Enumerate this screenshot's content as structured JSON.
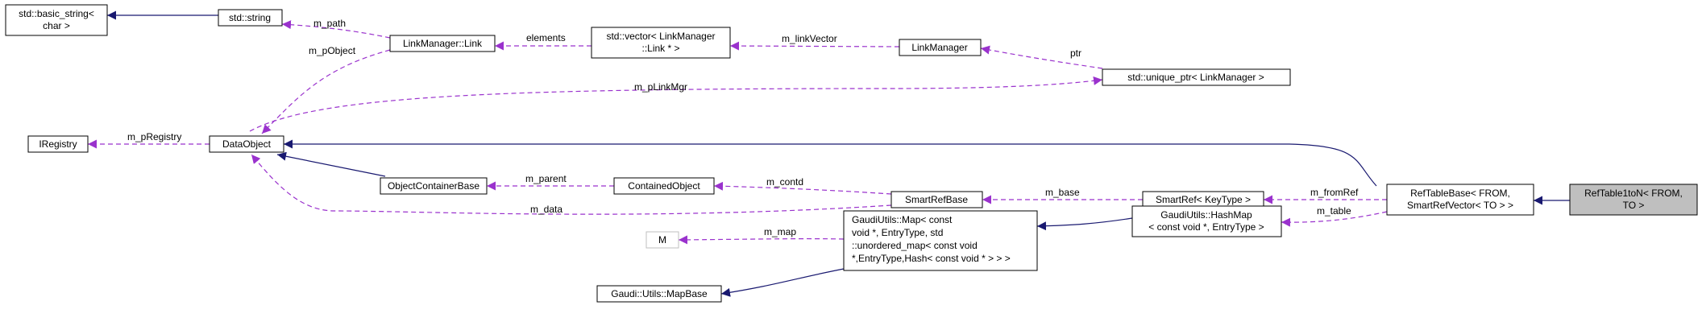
{
  "nodes": {
    "basic_string": [
      "std::basic_string<",
      "char >"
    ],
    "std_string": [
      "std::string"
    ],
    "link": [
      "LinkManager::Link"
    ],
    "vector_link": [
      "std::vector< LinkManager",
      "::Link * >"
    ],
    "link_manager": [
      "LinkManager"
    ],
    "unique_ptr": [
      "std::unique_ptr< LinkManager >"
    ],
    "iregistry": [
      "IRegistry"
    ],
    "data_object": [
      "DataObject"
    ],
    "object_container_base": [
      "ObjectContainerBase"
    ],
    "contained_object": [
      "ContainedObject"
    ],
    "smart_ref_base": [
      "SmartRefBase"
    ],
    "smart_ref": [
      "SmartRef< KeyType >"
    ],
    "ref_table_base": [
      "RefTableBase< FROM,",
      "SmartRefVector< TO > >"
    ],
    "ref_table_1toN": [
      "RefTable1toN< FROM,",
      "TO >"
    ],
    "hash_map": [
      "GaudiUtils::HashMap",
      "< const void *, EntryType >"
    ],
    "map": [
      "GaudiUtils::Map< const",
      "void *, EntryType, std",
      "::unordered_map< const void",
      "*,EntryType,Hash< const void * > > >"
    ],
    "m": [
      "M"
    ],
    "map_base": [
      "Gaudi::Utils::MapBase"
    ]
  },
  "edge_labels": {
    "m_path": "m_path",
    "m_pObject": "m_pObject",
    "elements": "elements",
    "m_linkVector": "m_linkVector",
    "ptr": "ptr",
    "m_pLinkMgr": "m_pLinkMgr",
    "m_pRegistry": "m_pRegistry",
    "m_parent": "m_parent",
    "m_contd": "m_contd",
    "m_base": "m_base",
    "m_fromRef": "m_fromRef",
    "m_data": "m_data",
    "m_table": "m_table",
    "m_map": "m_map"
  },
  "colors": {
    "inheritance_edge": "#191970",
    "usage_edge": "#9a32cd",
    "highlight_fill": "#bfbfbf",
    "node_border": "#000000",
    "grey_node_border": "#bfbfbf"
  }
}
